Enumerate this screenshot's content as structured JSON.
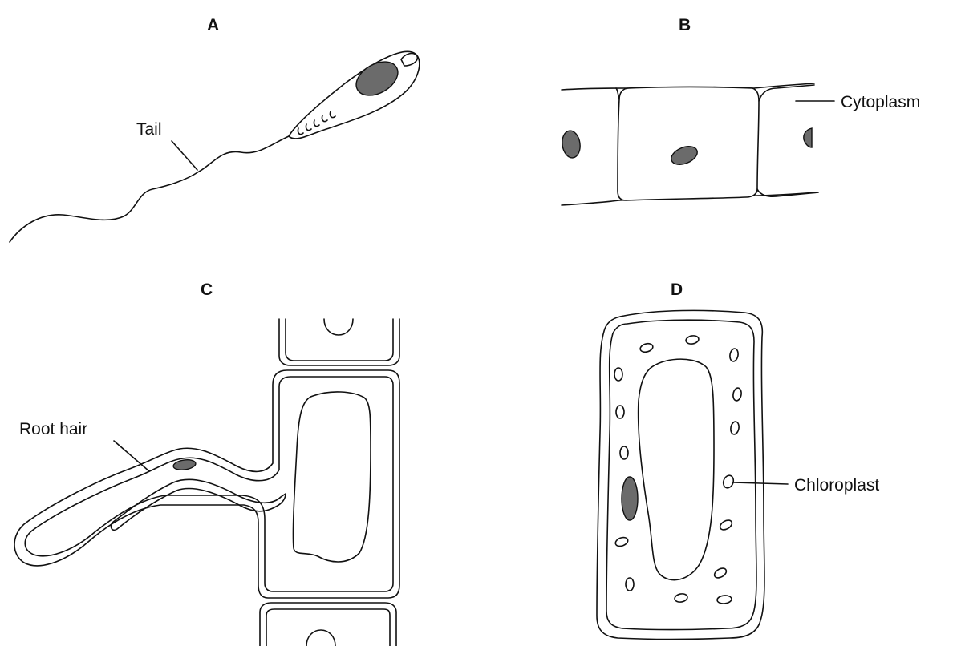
{
  "panels": {
    "a": {
      "letter": "A",
      "label_tail": "Tail"
    },
    "b": {
      "letter": "B",
      "label_cytoplasm": "Cytoplasm"
    },
    "c": {
      "letter": "C",
      "label_root_hair": "Root hair"
    },
    "d": {
      "letter": "D",
      "label_chloroplast": "Chloroplast"
    }
  }
}
